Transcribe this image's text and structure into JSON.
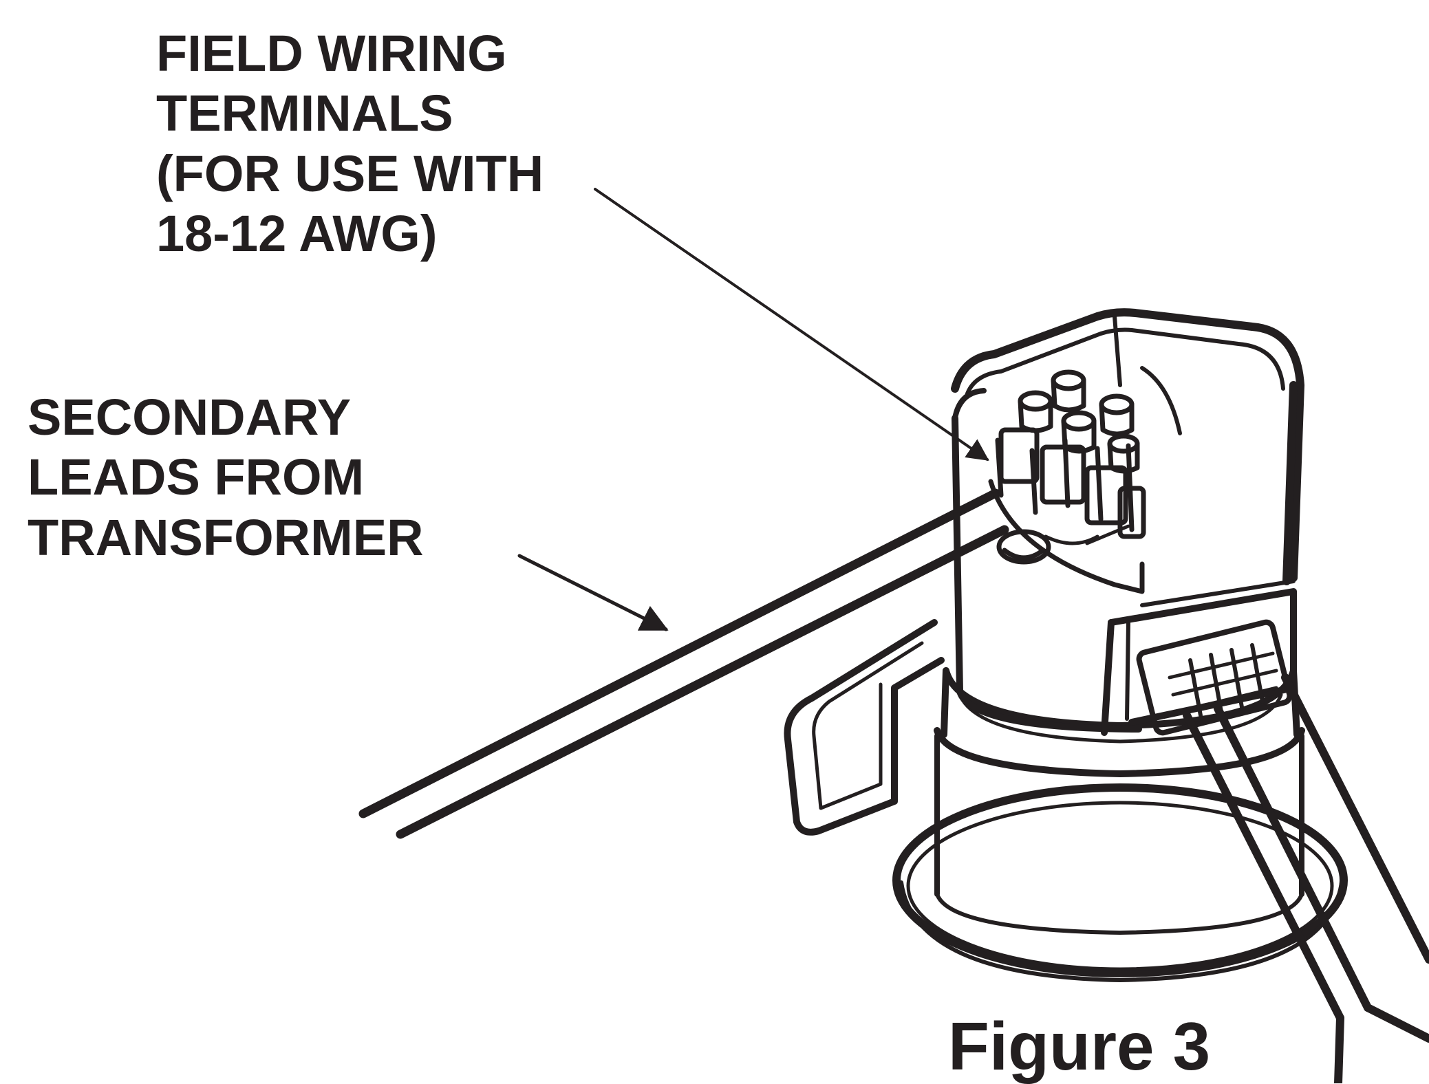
{
  "labels": {
    "field_wiring": [
      "FIELD WIRING",
      "TERMINALS",
      "(FOR USE WITH",
      "18-12 AWG)"
    ],
    "secondary_leads": [
      "SECONDARY",
      "LEADS FROM",
      "TRANSFORMER"
    ]
  },
  "caption": "Figure 3",
  "colors": {
    "ink": "#231f20",
    "background": "#ffffff"
  }
}
